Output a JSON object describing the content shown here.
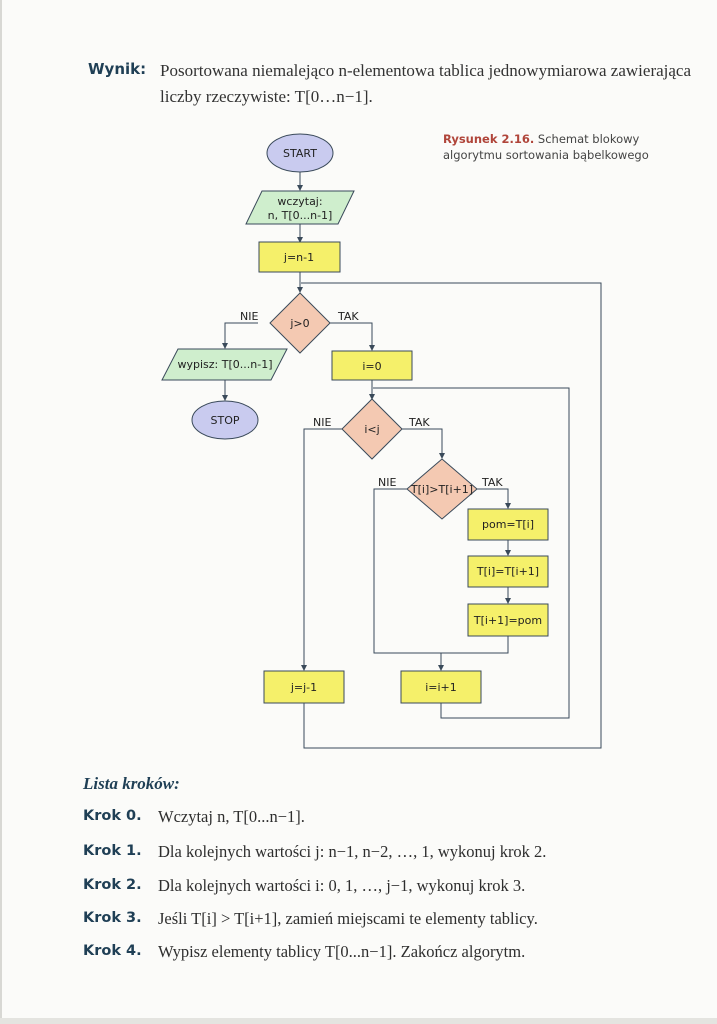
{
  "header": {
    "label": "Wynik:",
    "line1": "Posortowana niemalejąco n-elementowa tablica jednowymiarowa zawierająca",
    "line2": "liczby rzeczywiste: T[0…n−1]."
  },
  "caption": {
    "label": "Rysunek 2.16.",
    "text": "Schemat blokowy algorytmu sortowania bąbelkowego"
  },
  "flowchart": {
    "start": "START",
    "input_line1": "wczytaj:",
    "input_line2": "n, T[0...n-1]",
    "init_j": "j=n-1",
    "cond_j": "j>0",
    "output": "wypisz: T[0...n-1]",
    "stop": "STOP",
    "init_i": "i=0",
    "cond_i": "i<j",
    "cond_swap": "T[i]>T[i+1]",
    "swap1": "pom=T[i]",
    "swap2": "T[i]=T[i+1]",
    "swap3": "T[i+1]=pom",
    "dec_j": "j=j-1",
    "inc_i": "i=i+1",
    "yes": "TAK",
    "no": "NIE",
    "colors": {
      "terminal": "#c9cbef",
      "io": "#cfeecd",
      "process": "#f5f06a",
      "decision": "#f4c9b2"
    }
  },
  "steps": {
    "title": "Lista kroków:",
    "items": [
      {
        "label": "Krok 0.",
        "text": "Wczytaj n, T[0...n−1]."
      },
      {
        "label": "Krok 1.",
        "text": "Dla kolejnych wartości j: n−1, n−2, …, 1, wykonuj krok 2."
      },
      {
        "label": "Krok 2.",
        "text": "Dla kolejnych wartości i: 0, 1, …, j−1, wykonuj krok 3."
      },
      {
        "label": "Krok 3.",
        "text": "Jeśli T[i] > T[i+1], zamień miejscami te elementy tablicy."
      },
      {
        "label": "Krok 4.",
        "text": "Wypisz elementy tablicy T[0...n−1]. Zakończ algorytm."
      }
    ]
  }
}
